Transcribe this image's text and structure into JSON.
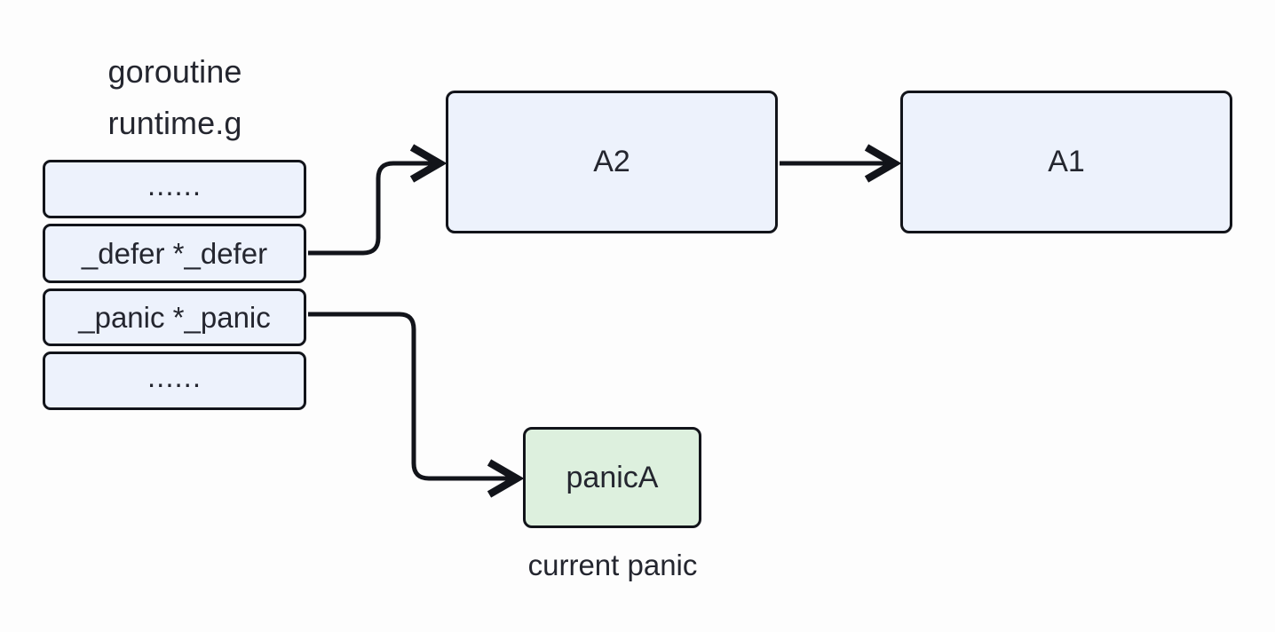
{
  "diagram": {
    "title_lines": [
      "goroutine",
      "runtime.g"
    ],
    "background_color": "#fdfdfd",
    "stroke_color": "#12141a",
    "text_color": "#24262f",
    "struct_fill": "#edf2fc",
    "panic_fill": "#ddf0de",
    "struct_fields": [
      {
        "label": "......"
      },
      {
        "label": "_defer *_defer"
      },
      {
        "label": "_panic *_panic"
      },
      {
        "label": "......"
      }
    ],
    "frames": [
      {
        "label": "A2"
      },
      {
        "label": "A1"
      }
    ],
    "panic_node": {
      "label": "panicA",
      "caption": "current panic"
    }
  }
}
